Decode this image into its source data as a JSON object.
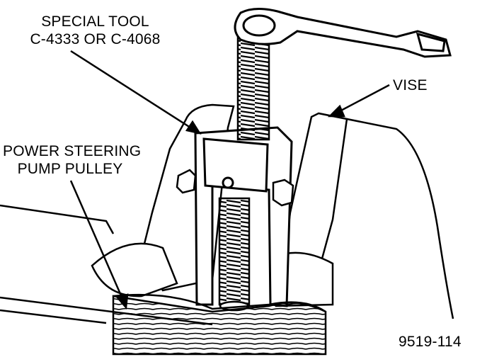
{
  "labels": {
    "special_tool_line1": "SPECIAL TOOL",
    "special_tool_line2": "C-4333 OR C-4068",
    "vise": "VISE",
    "pulley_line1": "POWER STEERING",
    "pulley_line2": "PUMP PULLEY",
    "figure_number": "9519-114"
  },
  "colors": {
    "ink": "#000000",
    "paper": "#ffffff"
  }
}
